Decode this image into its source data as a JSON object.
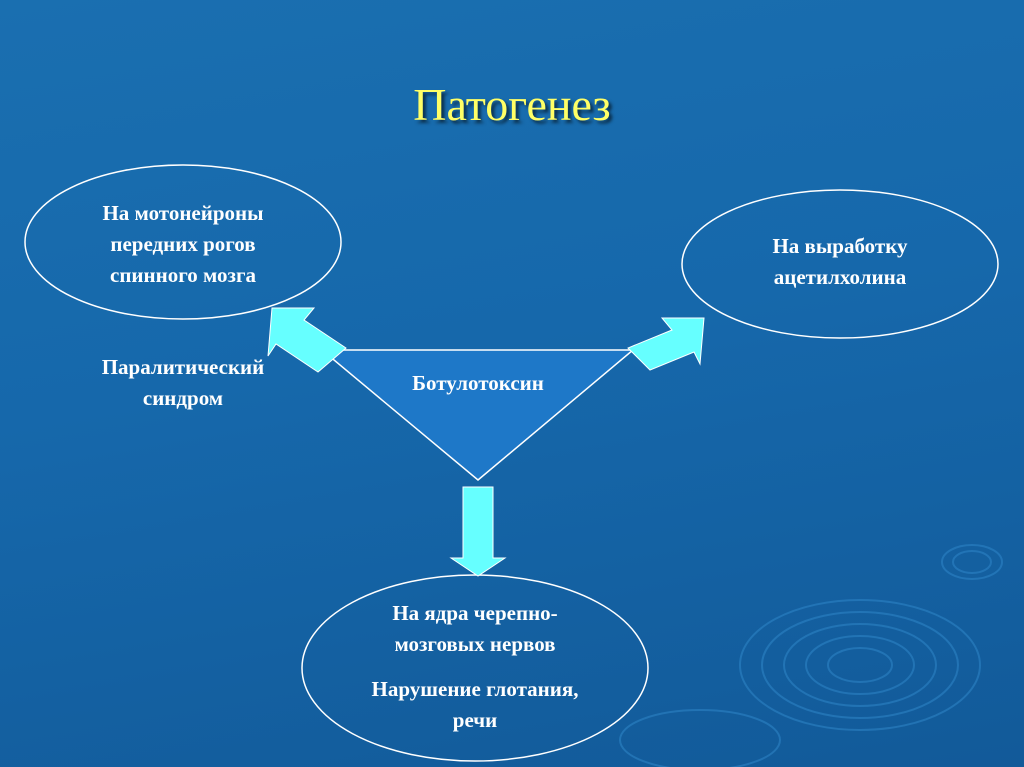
{
  "title": "Патогенез",
  "center": {
    "label": "Ботулотоксин"
  },
  "nodes": {
    "left": {
      "line1": "На мотонейроны",
      "line2": "передних рогов",
      "line3": "спинного мозга"
    },
    "left_effect": {
      "line1": "Паралитический",
      "line2": "синдром"
    },
    "right": {
      "line1": "На выработку",
      "line2": "ацетилхолина"
    },
    "bottom": {
      "line1": "На ядра черепно-",
      "line2": "мозговых нервов"
    },
    "bottom_effect": {
      "line1": "Нарушение глотания,",
      "line2": "речи"
    }
  },
  "colors": {
    "background": "#1668ab",
    "title": "#ffff66",
    "triangle": "#1e78c8",
    "arrow": "#66ffff",
    "text": "#ffffff"
  }
}
